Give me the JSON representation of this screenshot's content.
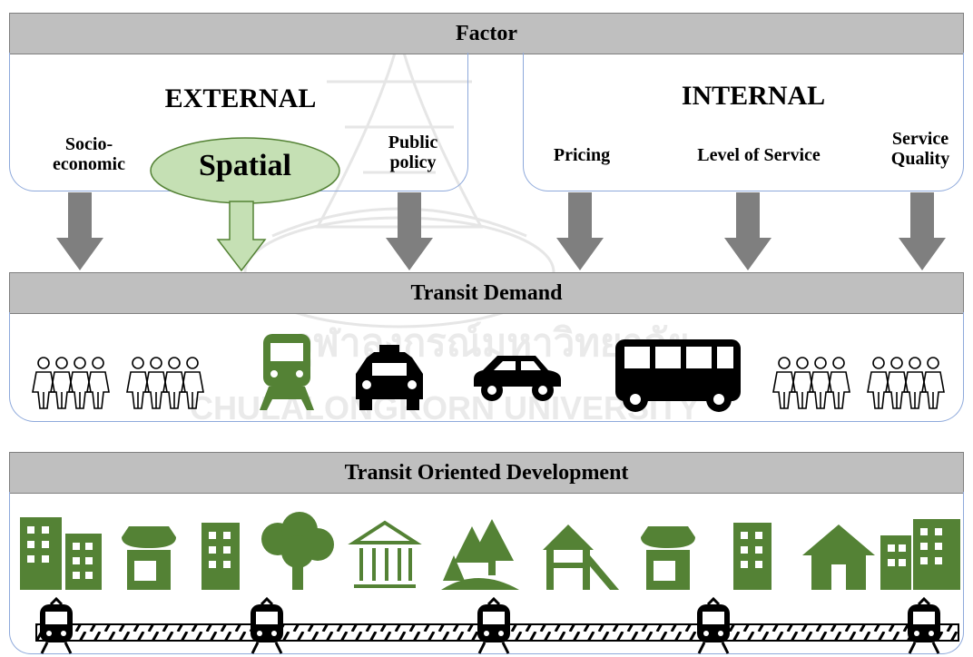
{
  "colors": {
    "bar": "#bfbfbf",
    "arrow": "#7f7f7f",
    "spatial_fill": "#c5e0b4",
    "spatial_border": "#548235",
    "green": "#548235",
    "panel_border": "#8ea9db"
  },
  "factor": {
    "title": "Factor",
    "external": {
      "title": "EXTERNAL",
      "items": [
        "Socio-\neconomic",
        "Spatial",
        "Public\npolicy"
      ]
    },
    "internal": {
      "title": "INTERNAL",
      "items": [
        "Pricing",
        "Level of Service",
        "Service\nQuality"
      ]
    }
  },
  "demand": {
    "title": "Transit Demand",
    "icons": [
      "people-group-icon",
      "people-group-icon",
      "train-icon",
      "taxi-icon",
      "car-icon",
      "bus-icon",
      "people-group-icon",
      "people-group-icon"
    ]
  },
  "tod": {
    "title": "Transit Oriented Development",
    "icons": [
      "buildings-icon",
      "shop-icon",
      "office-building-icon",
      "tree-icon",
      "government-building-icon",
      "forest-icon",
      "playground-icon",
      "shop-icon",
      "office-building-icon",
      "house-icon",
      "buildings-icon"
    ],
    "rail_icons": [
      "train-front-icon",
      "train-front-icon",
      "train-front-icon",
      "train-front-icon",
      "train-front-icon"
    ]
  }
}
